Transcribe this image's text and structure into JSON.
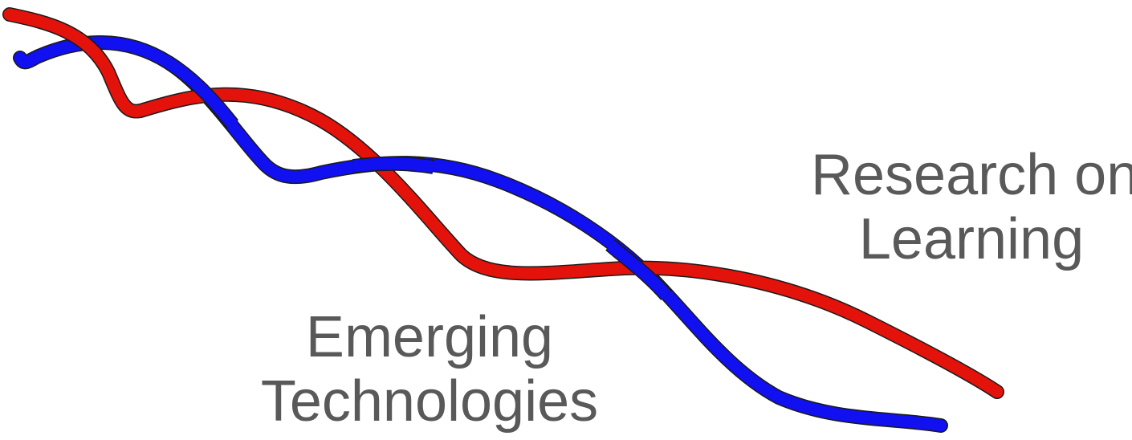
{
  "strands": [
    {
      "name": "red-strand",
      "color": "#E3120B"
    },
    {
      "name": "blue-strand",
      "color": "#1010F0"
    }
  ],
  "labels": {
    "research": {
      "line1": "Research on",
      "line2": "Learning"
    },
    "emerging": {
      "line1": "Emerging",
      "line2": "Technologies"
    }
  }
}
